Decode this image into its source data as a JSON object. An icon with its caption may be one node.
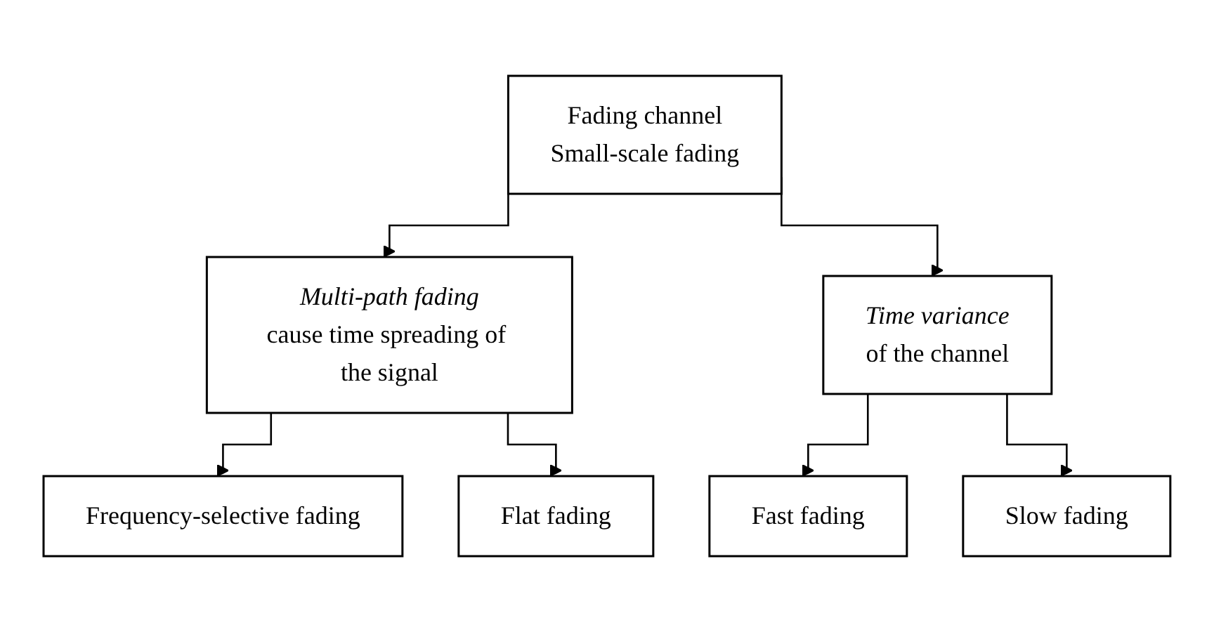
{
  "diagram": {
    "nodes": [
      {
        "text": [
          "Fading channel",
          "Small-scale fading"
        ]
      },
      {
        "text": [
          "Multi-path fading",
          "cause time spreading of the signal"
        ]
      },
      {
        "text": [
          "Time variance",
          "of the channel"
        ]
      },
      {
        "text": [
          "Frequency-selective fading"
        ]
      },
      {
        "text": [
          "Flat fading"
        ]
      },
      {
        "text": [
          "Fast fading"
        ]
      },
      {
        "text": [
          "Slow fading"
        ]
      }
    ],
    "edges": [
      {
        "from": 0,
        "to": 1,
        "arrow": "to"
      },
      {
        "from": 0,
        "to": 2,
        "arrow": "to"
      },
      {
        "from": 1,
        "to": 3,
        "arrow": "to"
      },
      {
        "from": 1,
        "to": 4,
        "arrow": "to"
      },
      {
        "from": 2,
        "to": 5,
        "arrow": "to"
      },
      {
        "from": 2,
        "to": 6,
        "arrow": "to"
      }
    ]
  }
}
